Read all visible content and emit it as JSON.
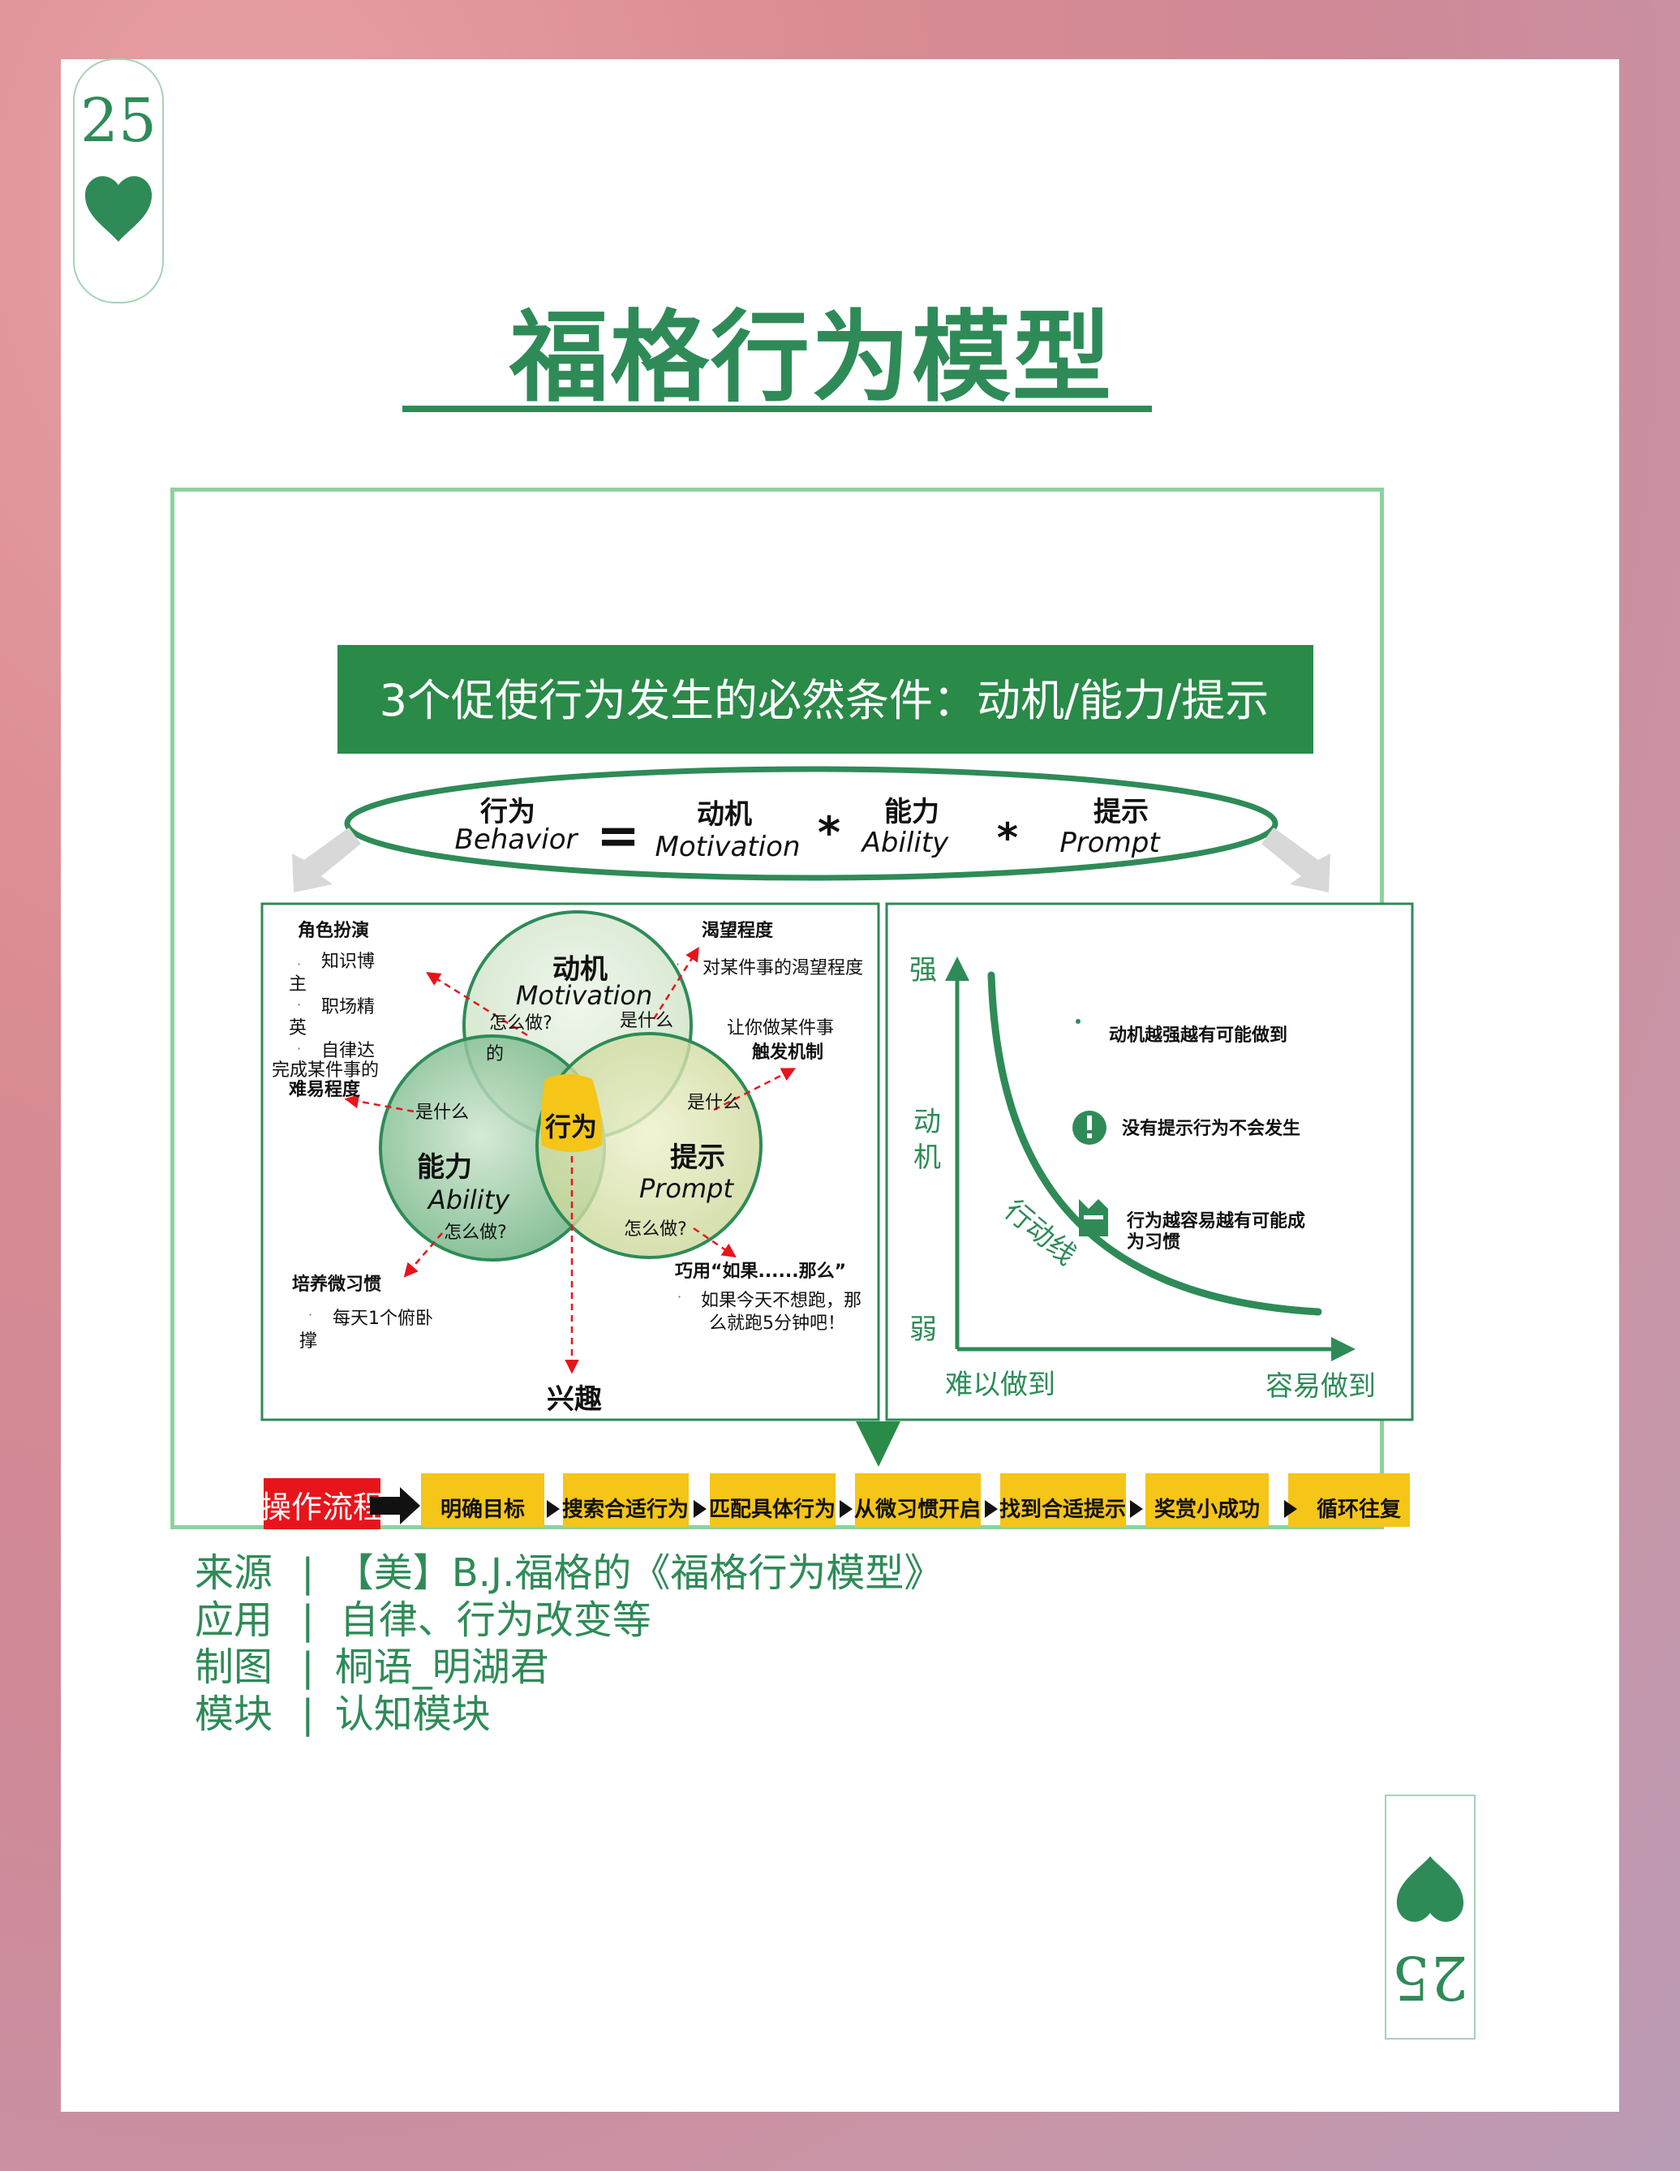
{
  "card": {
    "number": "25"
  },
  "title": "福格行为模型",
  "banner": "3个促使行为发生的必然条件：动机/能力/提示",
  "formula": {
    "behavior_cn": "行为",
    "behavior_en": "Behavior",
    "eq": "=",
    "motivation_cn": "动机",
    "motivation_en": "Motivation",
    "times": "*",
    "ability_cn": "能力",
    "ability_en": "Ability",
    "prompt_cn": "提示",
    "prompt_en": "Prompt"
  },
  "venn": {
    "motivation_cn": "动机",
    "motivation_en": "Motivation",
    "ability_cn": "能力",
    "ability_en": "Ability",
    "prompt_cn": "提示",
    "prompt_en": "Prompt",
    "center": "行为",
    "q_how1": "怎么做?",
    "q_what1": "是什么",
    "q_what2": "是什么",
    "q_what3": "是什么",
    "q_how2": "怎么做?",
    "q_how3": "怎么做?",
    "of": "的",
    "interest": "兴趣"
  },
  "notes": {
    "role_title": "角色扮演",
    "role_items": [
      "知识博",
      "主",
      "职场精",
      "英",
      "自律达"
    ],
    "difficulty_line1": "完成某件事的",
    "difficulty_line2": "难易程度",
    "desire_title": "渴望程度",
    "desire_item": "对某件事的渴望程度",
    "trigger_line1": "让你做某件事",
    "trigger_line2": "触发机制",
    "habit_title": "培养微习惯",
    "habit_item1": "每天1个俯卧",
    "habit_item2": "撑",
    "ifthen_title": "巧用“如果......那么”",
    "ifthen_item1": "如果今天不想跑，那",
    "ifthen_item2": "么就跑5分钟吧！"
  },
  "graph": {
    "strong": "强",
    "motivation_line1": "动",
    "motivation_line2": "机",
    "weak": "弱",
    "hard": "难以做到",
    "easy": "容易做到",
    "action_line": "行动线",
    "point1": "动机越强越有可能做到",
    "point2": "没有提示行为不会发生",
    "point3_line1": "行为越容易越有可能成",
    "point3_line2": "为习惯"
  },
  "process": {
    "label": "操作流程",
    "steps": [
      "明确目标",
      "搜索合适行为",
      "匹配具体行为",
      "从微习惯开启",
      "找到合适提示",
      "奖赏小成功",
      "循环往复"
    ]
  },
  "footer": {
    "source_key": "来源",
    "source_val": "【美】B.J.福格的《福格行为模型》",
    "apply_key": "应用",
    "apply_val": "自律、行为改变等",
    "maker_key": "制图",
    "maker_val": "桐语_明湖君",
    "module_key": "模块",
    "module_val": "认知模块",
    "sep": "|"
  },
  "colors": {
    "green": "#2e8b57",
    "banner_green": "#2a8a48",
    "yellow": "#f5c518",
    "red": "#e8141b",
    "light_green": "#8fd19e"
  }
}
